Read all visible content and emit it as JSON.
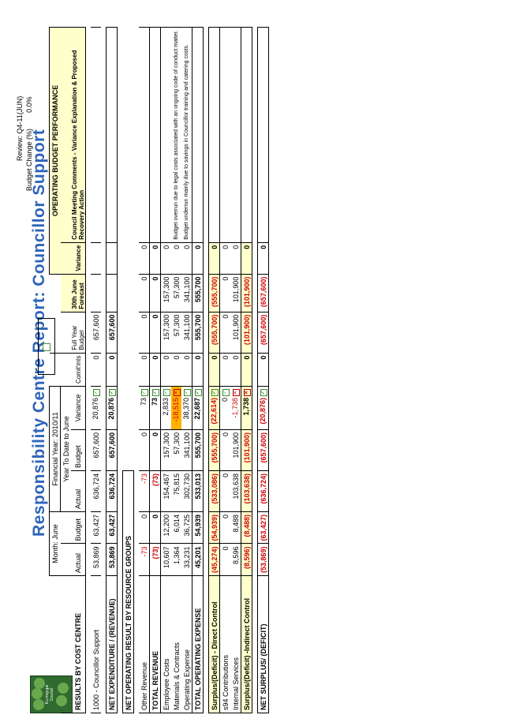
{
  "title": "Responsibility Centre Report: Councillor Support",
  "logo_text": "Ku-ring-gai Council",
  "review": "Review:  Q4-11(JUN)",
  "budget_change": {
    "label": "Budget Change (%)",
    "value": "0.0%"
  },
  "headers": {
    "month": "Month: June",
    "financial_year": "Financial Year: 2010/11",
    "ytd": "Year To Date to June",
    "actual": "Actual",
    "budget": "Budget",
    "variance": "Variance",
    "commitments": "Comit'mts",
    "full_year_budget": "Full Year Budget",
    "forecast": "30th June Forecast",
    "forecast_variance": "Variance",
    "perf": "OPERATING BUDGET PERFORMANCE",
    "perf_comments": "Council Meeting Comments - Variance Explanation & Proposed Recovery Action",
    "results_by_cost_centre": "RESULTS BY COST CENTRE"
  },
  "cost_centre_row": {
    "label": "1000 - Councillor Support",
    "m_actual": "53,869",
    "m_budget": "63,427",
    "y_actual": "636,724",
    "y_budget": "657,600",
    "y_variance": "20,876",
    "commit": "0",
    "fy_budget": "657,600",
    "forecast": "",
    "f_variance": "",
    "comment": ""
  },
  "net_expenditure_row": {
    "label": "NET EXPENDITURE / (REVENUE)",
    "m_actual": "53,869",
    "m_budget": "63,427",
    "y_actual": "636,724",
    "y_budget": "657,600",
    "y_variance": "20,876",
    "commit": "0",
    "fy_budget": "657,600",
    "forecast": "",
    "f_variance": "",
    "comment": ""
  },
  "section_title": "NET OPERATING RESULT BY RESOURCE GROUPS",
  "rows": [
    {
      "label": "Other Revenue",
      "m_actual": "-73",
      "m_budget": "0",
      "y_actual": "-73",
      "y_budget": "0",
      "y_variance": "73",
      "commit": "0",
      "fy_budget": "0",
      "forecast": "0",
      "f_variance": "0",
      "comment": ""
    },
    {
      "label": "TOTAL REVENUE",
      "m_actual": "(73)",
      "m_budget": "0",
      "y_actual": "(73)",
      "y_budget": "0",
      "y_variance": "73",
      "commit": "0",
      "fy_budget": "0",
      "forecast": "0",
      "f_variance": "0",
      "comment": ""
    },
    {
      "label": "Employee Costs",
      "m_actual": "10,607",
      "m_budget": "12,200",
      "y_actual": "154,467",
      "y_budget": "157,300",
      "y_variance": "2,833",
      "commit": "0",
      "fy_budget": "157,300",
      "forecast": "157,300",
      "f_variance": "0",
      "comment": ""
    },
    {
      "label": "Materials & Contracts",
      "m_actual": "1,364",
      "m_budget": "6,014",
      "y_actual": "75,815",
      "y_budget": "57,300",
      "y_variance": "-18,515",
      "commit": "0",
      "fy_budget": "57,300",
      "forecast": "57,300",
      "f_variance": "0",
      "comment": "Budget overrun due to legal costs associated with an ongoing code of conduct matter."
    },
    {
      "label": "Operating Expense",
      "m_actual": "33,231",
      "m_budget": "36,725",
      "y_actual": "302,730",
      "y_budget": "341,100",
      "y_variance": "38,370",
      "commit": "0",
      "fy_budget": "341,100",
      "forecast": "341,100",
      "f_variance": "0",
      "comment": "Budget underrun mainly due to savings in Councillor training and catering costs."
    },
    {
      "label": "TOTAL OPERATING EXPENSE",
      "m_actual": "45,201",
      "m_budget": "54,939",
      "y_actual": "533,013",
      "y_budget": "555,700",
      "y_variance": "22,687",
      "commit": "0",
      "fy_budget": "555,700",
      "forecast": "555,700",
      "f_variance": "0",
      "comment": ""
    },
    {
      "label": "Surplus/(Deficit) - Direct Control",
      "m_actual": "(45,274)",
      "m_budget": "(54,939)",
      "y_actual": "(533,086)",
      "y_budget": "(555,700)",
      "y_variance": "(22,614)",
      "commit": "0",
      "fy_budget": "(555,700)",
      "forecast": "(555,700)",
      "f_variance": "0",
      "comment": ""
    },
    {
      "label": "s94 Contributions",
      "m_actual": "0",
      "m_budget": "0",
      "y_actual": "0",
      "y_budget": "0",
      "y_variance": "0",
      "commit": "0",
      "fy_budget": "0",
      "forecast": "0",
      "f_variance": "0",
      "comment": ""
    },
    {
      "label": "Internal Services",
      "m_actual": "8,596",
      "m_budget": "8,488",
      "y_actual": "103,638",
      "y_budget": "101,900",
      "y_variance": "-1,738",
      "commit": "0",
      "fy_budget": "101,900",
      "forecast": "101,900",
      "f_variance": "0",
      "comment": ""
    },
    {
      "label": "Surplus/(Deficit) -Indirect Control",
      "m_actual": "(8,596)",
      "m_budget": "(8,488)",
      "y_actual": "(103,638)",
      "y_budget": "(101,900)",
      "y_variance": "1,738",
      "commit": "0",
      "fy_budget": "(101,900)",
      "forecast": "(101,900)",
      "f_variance": "0",
      "comment": ""
    },
    {
      "label": "NET SURPLUS/ (DEFICIT)",
      "m_actual": "(53,869)",
      "m_budget": "(63,427)",
      "y_actual": "(636,724)",
      "y_budget": "(657,600)",
      "y_variance": "(20,876)",
      "commit": "0",
      "fy_budget": "(657,600)",
      "forecast": "(657,600)",
      "f_variance": "0",
      "comment": ""
    }
  ]
}
